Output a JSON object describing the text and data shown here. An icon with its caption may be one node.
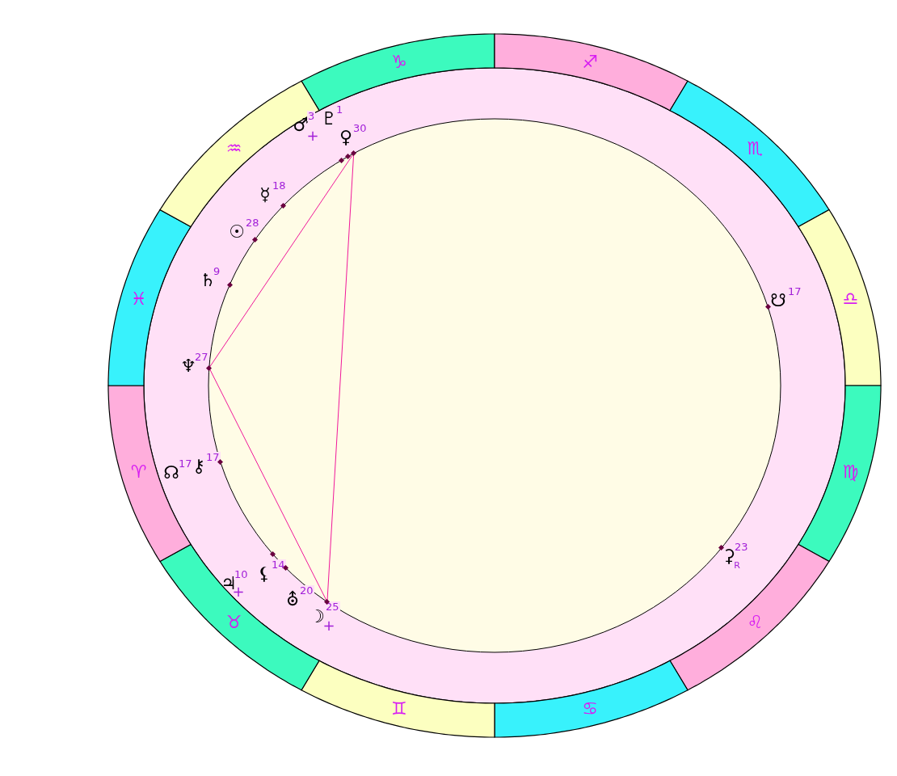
{
  "diagram": {
    "nodes": [
      {
        "text": [
          "♑"
        ]
      },
      {
        "text": [
          "♐"
        ]
      },
      {
        "text": [
          "♏"
        ]
      },
      {
        "text": [
          "♎"
        ]
      },
      {
        "text": [
          "♍"
        ]
      },
      {
        "text": [
          "♌"
        ]
      },
      {
        "text": [
          "♋"
        ]
      },
      {
        "text": [
          "♊"
        ]
      },
      {
        "text": [
          "♉"
        ]
      },
      {
        "text": [
          "♈"
        ]
      },
      {
        "text": [
          "♓"
        ]
      },
      {
        "text": [
          "♒"
        ]
      },
      {
        "text": [
          "♀",
          "30"
        ]
      },
      {
        "text": [
          "♂",
          "3",
          "+"
        ]
      },
      {
        "text": [
          "♇",
          "1"
        ]
      },
      {
        "text": [
          "☿",
          "18"
        ]
      },
      {
        "text": [
          "☉",
          "28"
        ]
      },
      {
        "text": [
          "♄",
          "9"
        ]
      },
      {
        "text": [
          "☋",
          "17"
        ]
      },
      {
        "text": [
          "♆",
          "27"
        ]
      },
      {
        "text": [
          "☊",
          "17"
        ]
      },
      {
        "text": [
          "⚷",
          "17"
        ]
      },
      {
        "text": [
          "⚳",
          "23",
          "R"
        ]
      },
      {
        "text": [
          "⚸",
          "14"
        ]
      },
      {
        "text": [
          "♃",
          "10",
          "+"
        ]
      },
      {
        "text": [
          "⛢",
          "20"
        ]
      },
      {
        "text": [
          "☽",
          "25",
          "+"
        ]
      }
    ],
    "edges": [
      {
        "from": 12,
        "to": 19,
        "arrow": "none"
      },
      {
        "from": 12,
        "to": 26,
        "arrow": "none"
      },
      {
        "from": 19,
        "to": 26,
        "arrow": "none"
      }
    ]
  }
}
